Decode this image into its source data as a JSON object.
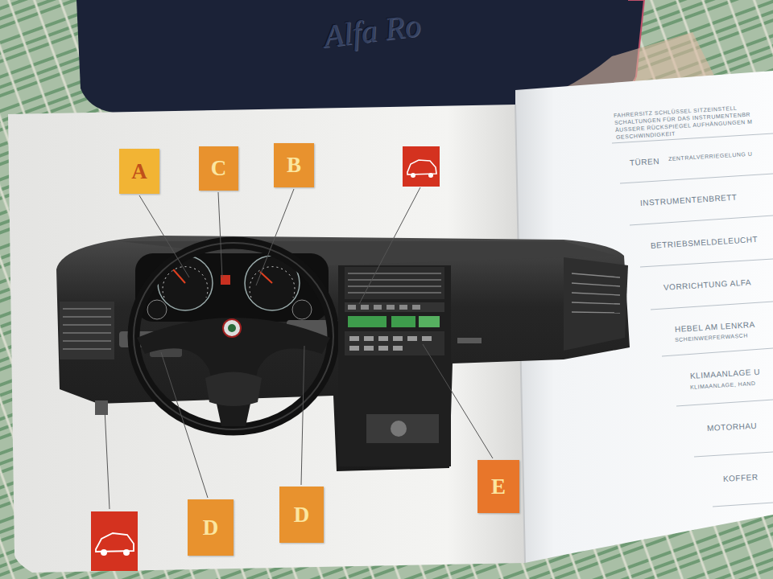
{
  "diagram": {
    "nodes": [
      {
        "text": [
          "A"
        ]
      },
      {
        "text": [
          "C"
        ]
      },
      {
        "text": [
          "B"
        ]
      },
      {
        "text": [
          "D"
        ]
      },
      {
        "text": [
          "D"
        ]
      },
      {
        "text": [
          "E"
        ]
      }
    ],
    "labels": [
      "Alfa Ro",
      "FAHRERSITZ  SCHLÜSSEL SITZEINSTELL",
      "SCHALTUNGEN FÜR DAS INSTRUMENTENBR",
      "ÄUSSERE RÜCKSPIEGEL  AUFHÄNGUNGEN M",
      "GESCHWINDIGKEIT",
      "TÜREN",
      "ZENTRALVERRIEGELUNG U",
      "INSTRUMENTENBRETT",
      "BETRIEBSMELDELEUCHT",
      "VORRICHTUNG ALFA",
      "HEBEL AM LENKRA",
      "SCHEINWERFERWASCH",
      "KLIMAANLAGE U",
      "KLIMAANLAGE, HAND",
      "MOTORHAU",
      "KOFFER"
    ]
  }
}
